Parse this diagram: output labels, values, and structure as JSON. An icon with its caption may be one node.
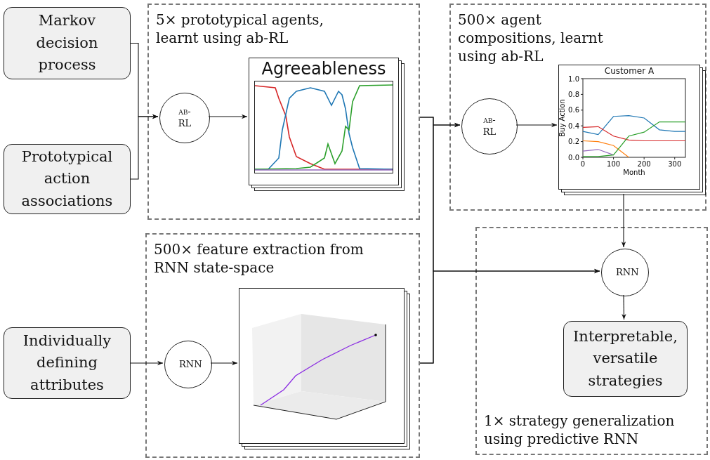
{
  "diagram": {
    "nodes": [
      {
        "text": [
          "Markov decision process"
        ]
      },
      {
        "text": [
          "Prototypical action associations"
        ]
      },
      {
        "text": [
          "5× prototypical agents, learnt using ab-RL"
        ]
      },
      {
        "text": [
          "ab-RL"
        ],
        "in": 2
      },
      {
        "text": [
          "Agreeableness"
        ],
        "in": 2
      },
      {
        "text": [
          "500× agent compositions, learnt using ab-RL"
        ]
      },
      {
        "text": [
          "ab-RL"
        ],
        "in": 5
      },
      {
        "text": [
          "Customer A"
        ],
        "in": 5
      },
      {
        "text": [
          "500× feature extraction from RNN state-space"
        ]
      },
      {
        "text": [
          "Individually defining attributes"
        ]
      },
      {
        "text": [
          "RNN"
        ],
        "in": 8
      },
      {
        "text": [],
        "shape": "picture",
        "in": 8
      },
      {
        "text": [
          "1× strategy generalization using predictive RNN"
        ]
      },
      {
        "text": [
          "RNN"
        ],
        "in": 12
      },
      {
        "text": [
          "Interpretable, versatile strategies"
        ],
        "in": 12
      }
    ],
    "edges": [
      {
        "from": 0,
        "to": 3,
        "arrow": "to"
      },
      {
        "from": 1,
        "to": 3,
        "arrow": "to"
      },
      {
        "from": 3,
        "to": 4,
        "arrow": "to"
      },
      {
        "from": 2,
        "to": 6,
        "arrow": "to"
      },
      {
        "from": 2,
        "to": 13,
        "arrow": "to"
      },
      {
        "from": 8,
        "to": 6,
        "arrow": "to"
      },
      {
        "from": 8,
        "to": 13,
        "arrow": "to"
      },
      {
        "from": 6,
        "to": 7,
        "arrow": "to"
      },
      {
        "from": 7,
        "to": 13,
        "arrow": "to"
      },
      {
        "from": 9,
        "to": 10,
        "arrow": "to"
      },
      {
        "from": 10,
        "to": 11,
        "arrow": "to"
      },
      {
        "from": 13,
        "to": 14,
        "arrow": "to"
      }
    ],
    "chart_data": {
      "type": "line",
      "xlabel": "Month",
      "ylabel": "Buy Action",
      "x": [
        0,
        50,
        100,
        150,
        200,
        250,
        300,
        335
      ],
      "series": [
        {
          "color": "#1f77b4",
          "values": [
            0.33,
            0.29,
            0.52,
            0.53,
            0.5,
            0.35,
            0.33,
            0.33
          ]
        },
        {
          "color": "#d62728",
          "values": [
            0.38,
            0.39,
            0.27,
            0.22,
            0.21,
            0.21,
            0.21,
            0.21
          ]
        },
        {
          "color": "#ff7f0e",
          "values": [
            0.21,
            0.2,
            0.15,
            0.0,
            null,
            null,
            null,
            null
          ]
        },
        {
          "color": "#9467bd",
          "values": [
            0.08,
            0.1,
            0.03,
            null,
            null,
            null,
            null,
            null
          ]
        },
        {
          "color": "#2ca02c",
          "values": [
            0.01,
            0.01,
            0.03,
            0.27,
            0.32,
            0.45,
            0.45,
            0.45
          ]
        }
      ],
      "xlim": [
        0,
        335
      ],
      "ylim": [
        0,
        1
      ],
      "xticks": [
        0,
        100,
        200,
        300
      ],
      "yticks": [
        {
          "value": 0,
          "label": "0.0"
        },
        {
          "value": 0.2,
          "label": "0.2"
        },
        {
          "value": 0.4,
          "label": "0.4"
        },
        {
          "value": 0.6,
          "label": "0.6"
        },
        {
          "value": 0.8,
          "label": "0.8"
        },
        {
          "value": 1,
          "label": "1.0"
        }
      ]
    }
  }
}
